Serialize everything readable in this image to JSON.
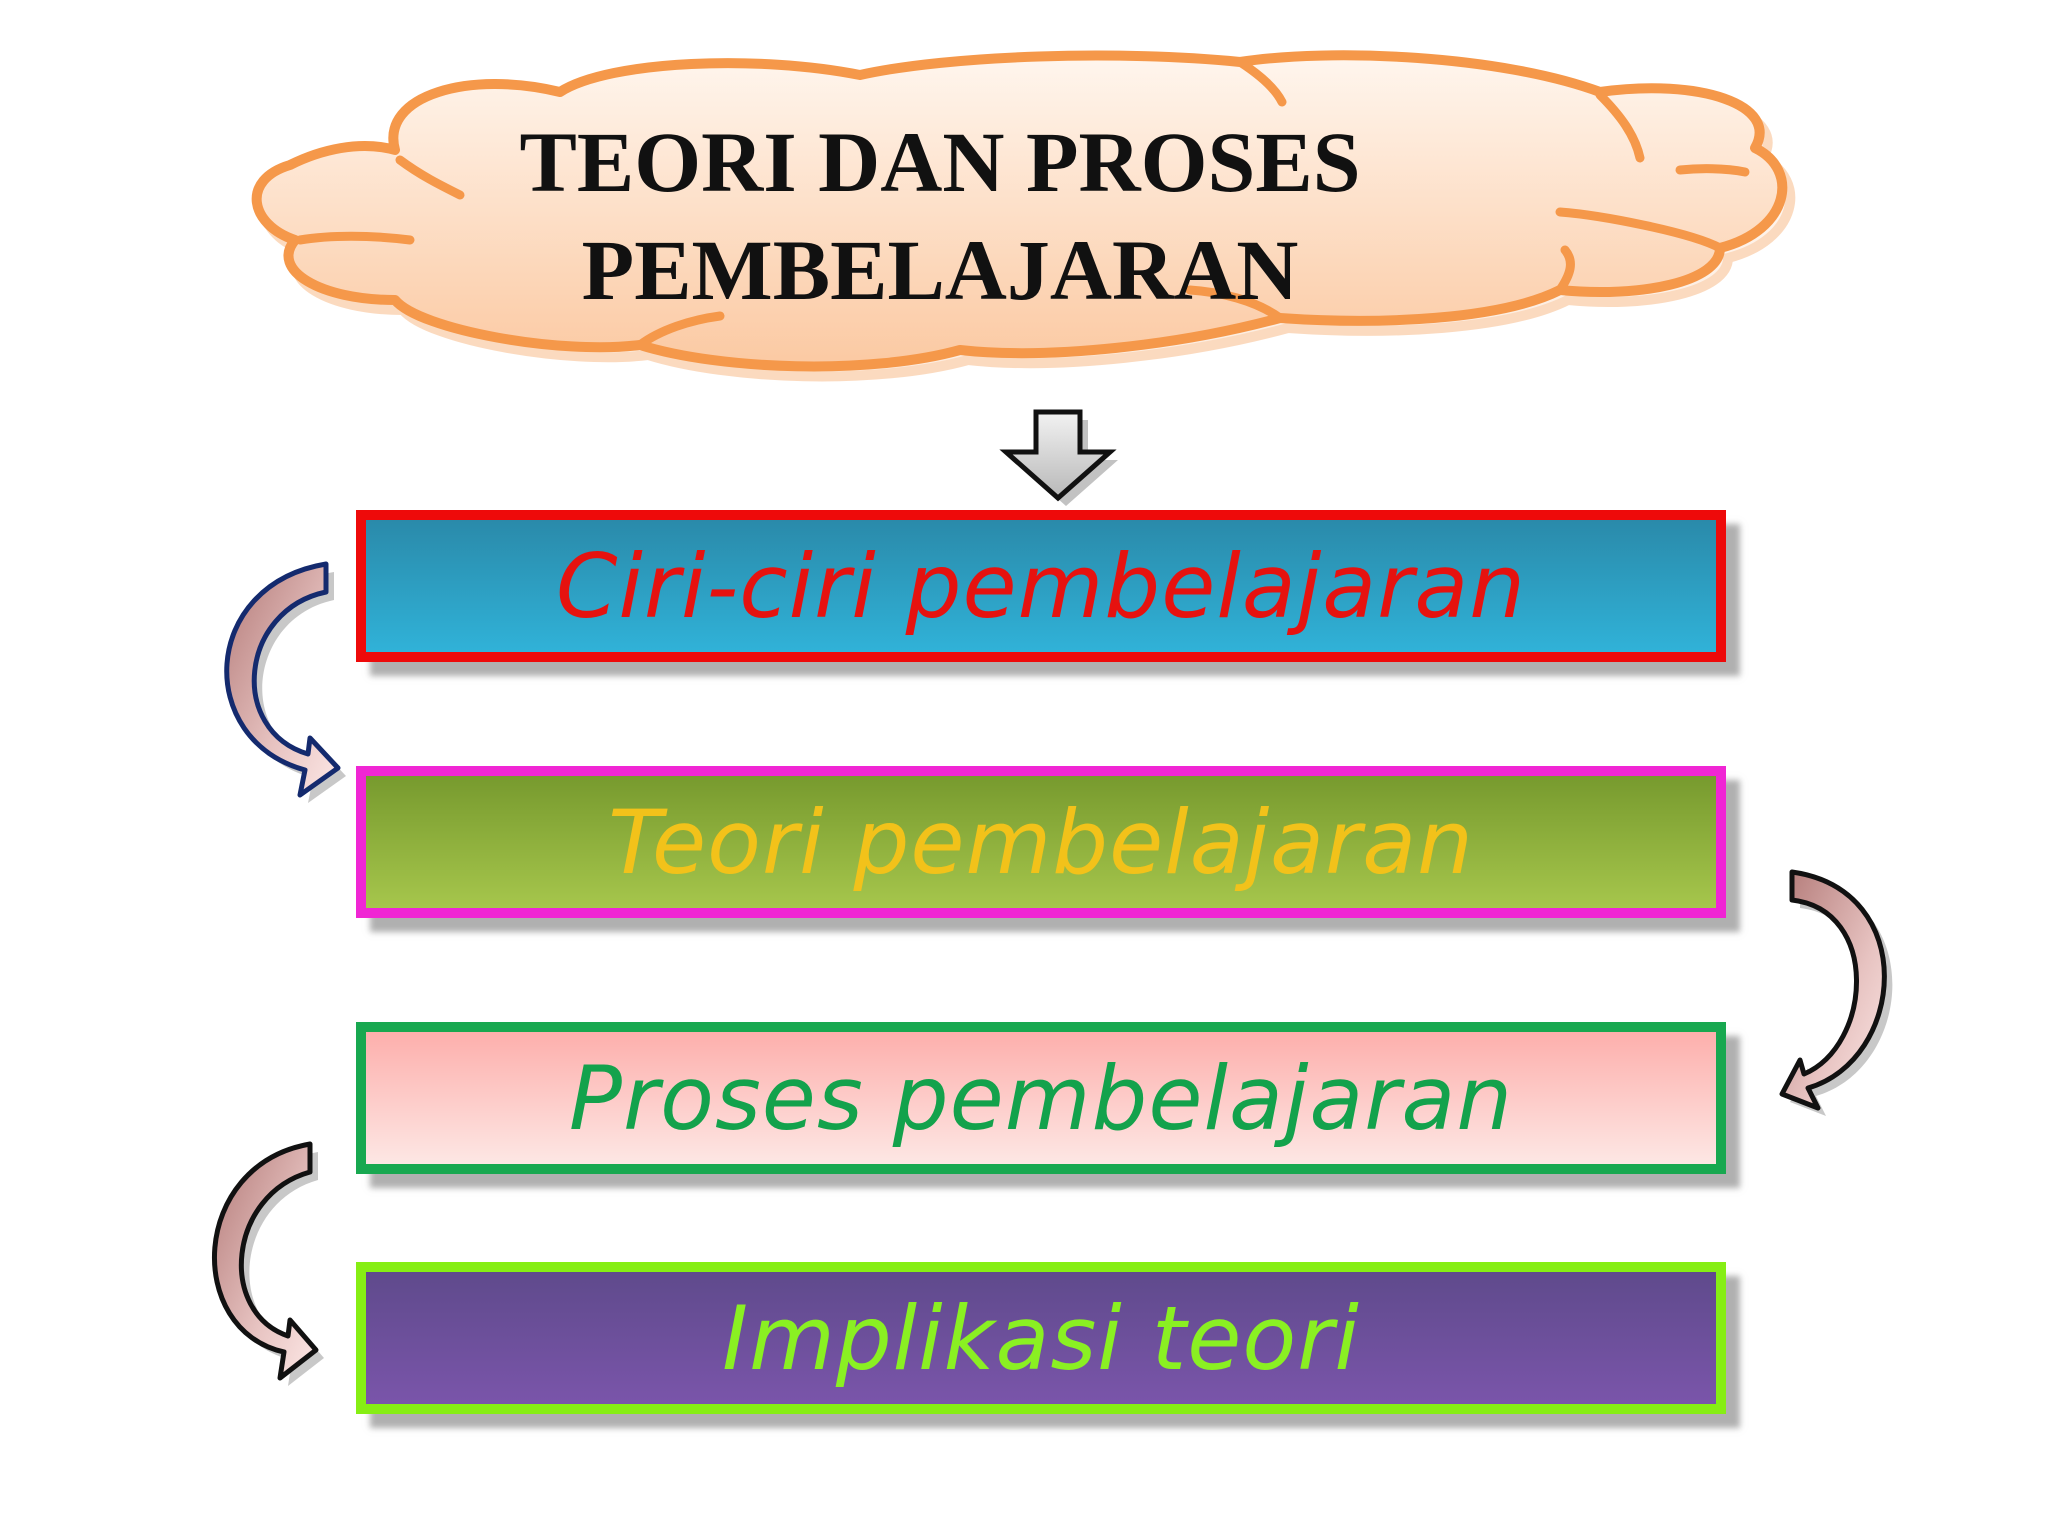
{
  "title": {
    "line1": "TEORI DAN PROSES",
    "line2": "PEMBELAJARAN"
  },
  "steps": [
    {
      "label": "Ciri-ciri pembelajaran"
    },
    {
      "label": "Teori pembelajaran"
    },
    {
      "label": "Proses pembelajaran"
    },
    {
      "label": "Implikasi teori"
    }
  ],
  "colors": {
    "cloud_fill": "#fdd4b6",
    "cloud_outline": "#f5984a",
    "step1_border": "#ee0a0a",
    "step2_border": "#f026d4",
    "step3_border": "#18a850",
    "step4_border": "#86ee14"
  },
  "icons": [
    "down-arrow-icon",
    "curved-arrow-icon"
  ]
}
